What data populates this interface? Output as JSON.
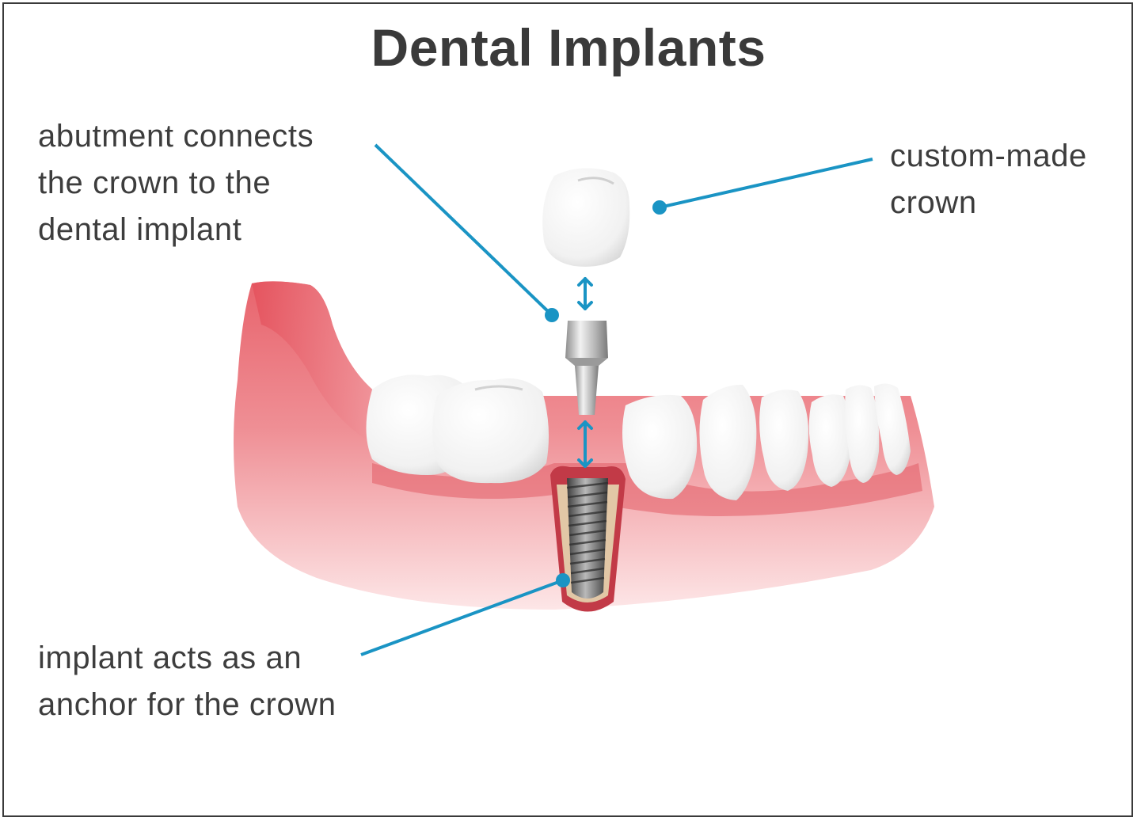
{
  "title": "Dental Implants",
  "labels": {
    "abutment": [
      "abutment connects",
      "the crown to the",
      "dental implant"
    ],
    "crown": [
      "custom-made",
      "crown"
    ],
    "implant": [
      "implant acts as an",
      "anchor for the crown"
    ]
  },
  "colors": {
    "callout": "#1a94c4",
    "gum": "#ee7f86",
    "gum_light": "#f6b8bb",
    "tooth": "#f6f6f6",
    "metal": "#b8b8b8",
    "text": "#3d3d3d"
  },
  "icons": [
    "double-arrow-icon",
    "callout-dot-icon"
  ]
}
